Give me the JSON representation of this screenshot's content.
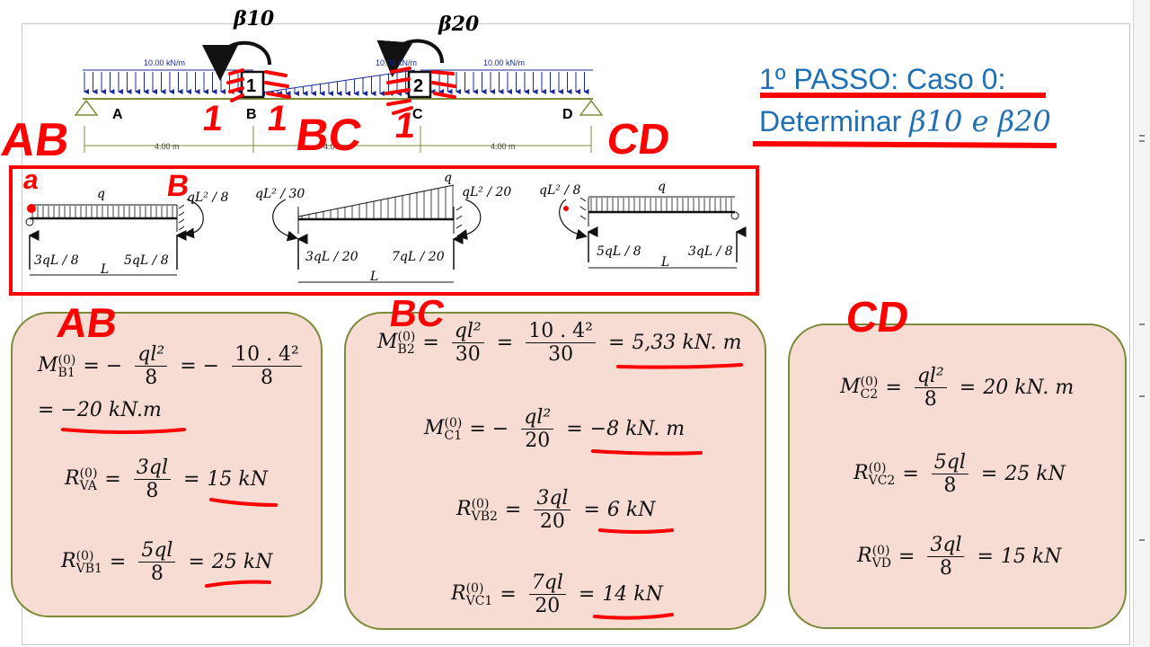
{
  "beam": {
    "beta10": "β10",
    "beta20": "β20",
    "load_ab": "10.00 kN/m",
    "load_bc": "10.00 kN/m",
    "load_cd": "10.00 kN/m",
    "node_a": "A",
    "node_b": "B",
    "node_c": "C",
    "node_d": "D",
    "joint1": "1",
    "joint2": "2",
    "span_ab": "4.00 m",
    "span_bc": "4.00 m",
    "span_cd": "4.00 m"
  },
  "title": {
    "line1": "1º PASSO: Caso 0:",
    "line2_text": "Determinar ",
    "line2_math": "β10 e β20"
  },
  "cases": {
    "ab": {
      "load": "q",
      "moment": "qL² / 8",
      "ra": "3qL / 8",
      "rb": "5qL / 8",
      "span": "L"
    },
    "bc": {
      "load": "q",
      "m_left": "qL² / 30",
      "m_right": "qL² / 20",
      "ra": "3qL / 20",
      "rb": "7qL / 20",
      "span": "L"
    },
    "cd": {
      "load": "q",
      "moment": "qL² / 8",
      "ra": "5qL / 8",
      "rb": "3qL / 8",
      "span": "L"
    }
  },
  "handwritten": {
    "ab": "AB",
    "bc": "BC",
    "cd": "CD",
    "ab2": "AB",
    "bc2": "BC",
    "cd2": "CD",
    "one_a": "1",
    "one_b": "1",
    "one_c": "1",
    "small_a": "a",
    "small_b": "B"
  },
  "equations": {
    "ab": {
      "mb1": {
        "sym": "M",
        "sub": "B1",
        "sup": "(0)",
        "f1n": "ql²",
        "f1d": "8",
        "f2n": "10 . 4²",
        "f2d": "8",
        "result": "= −20 kN.m"
      },
      "rva": {
        "sym": "R",
        "sub": "VA",
        "sup": "(0)",
        "fn": "3ql",
        "fd": "8",
        "result": "15 kN"
      },
      "rvb1": {
        "sym": "R",
        "sub": "VB1",
        "sup": "(0)",
        "fn": "5ql",
        "fd": "8",
        "result": "25 kN"
      }
    },
    "bc": {
      "mb2": {
        "sym": "M",
        "sub": "B2",
        "sup": "(0)",
        "f1n": "ql²",
        "f1d": "30",
        "f2n": "10 . 4²",
        "f2d": "30",
        "result": "5,33 kN. m"
      },
      "mc1": {
        "sym": "M",
        "sub": "C1",
        "sup": "(0)",
        "fn": "ql²",
        "fd": "20",
        "result": "−8 kN. m"
      },
      "rvb2": {
        "sym": "R",
        "sub": "VB2",
        "sup": "(0)",
        "fn": "3ql",
        "fd": "20",
        "result": "6 kN"
      },
      "rvc1": {
        "sym": "R",
        "sub": "VC1",
        "sup": "(0)",
        "fn": "7ql",
        "fd": "20",
        "result": "14 kN"
      }
    },
    "cd": {
      "mc2": {
        "sym": "M",
        "sub": "C2",
        "sup": "(0)",
        "fn": "ql²",
        "fd": "8",
        "result": "20 kN. m"
      },
      "rvc2": {
        "sym": "R",
        "sub": "VC2",
        "sup": "(0)",
        "fn": "5ql",
        "fd": "8",
        "result": "25 kN"
      },
      "rvd": {
        "sym": "R",
        "sub": "VD",
        "sup": "(0)",
        "fn": "3ql",
        "fd": "8",
        "result": "15 kN"
      }
    }
  },
  "colors": {
    "ink_red": "#ff0000",
    "title_blue": "#1f6fb5",
    "panel_fill": "#f7dcd3",
    "panel_border": "#7c8b3a",
    "load_blue": "#1a2a9a",
    "beam_green": "#7d8f3a"
  }
}
